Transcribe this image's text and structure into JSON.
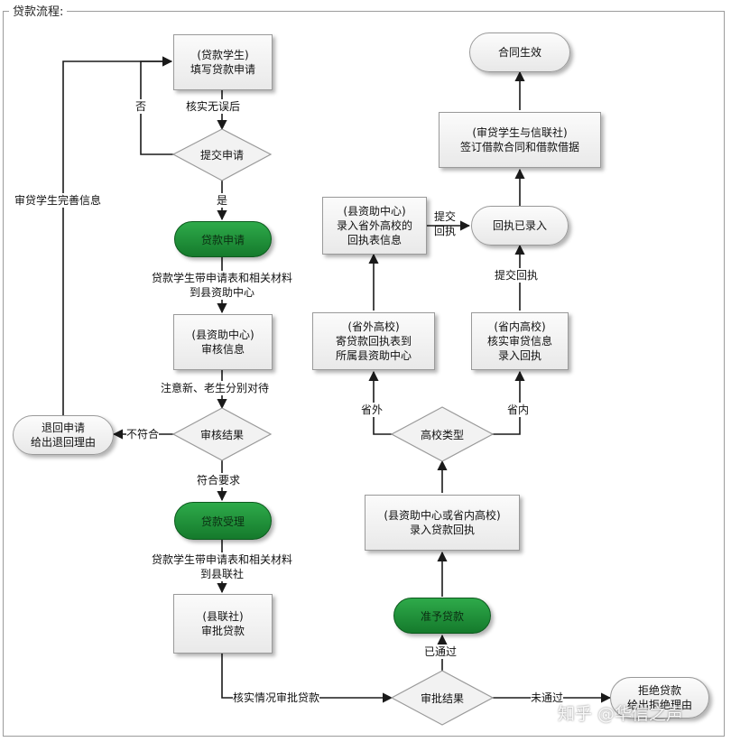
{
  "frame_title": "贷款流程:",
  "nodes": {
    "apply": [
      "(贷款学生)",
      "填写贷款申请"
    ],
    "submit": "提交申请",
    "loan_apply": "贷款申请",
    "county_review": [
      "(县资助中心)",
      "审核信息"
    ],
    "review_result": "审核结果",
    "return_apply": [
      "退回申请",
      "给出退回理由"
    ],
    "loan_accept": "贷款受理",
    "coop_approve": [
      "(县联社)",
      "审批贷款"
    ],
    "approve_result": "审批结果",
    "reject": [
      "拒绝贷款",
      "给出拒绝理由"
    ],
    "grant": "准予贷款",
    "enter_receipt": [
      "(县资助中心或省内高校)",
      "录入贷款回执"
    ],
    "school_type": "高校类型",
    "out_province": [
      "(省外高校)",
      "寄贷款回执表到",
      "所属县资助中心"
    ],
    "in_province": [
      "(省内高校)",
      "核实审贷信息",
      "录入回执"
    ],
    "county_enter": [
      "(县资助中心)",
      "录入省外高校的",
      "回执表信息"
    ],
    "receipt_entered": "回执已录入",
    "sign_contract": [
      "(审贷学生与信联社)",
      "签订借款合同和借款借据"
    ],
    "contract_effective": "合同生效"
  },
  "edge_labels": {
    "verified": "核实无误后",
    "no": "否",
    "yes": "是",
    "improve_info": "审贷学生完善信息",
    "bring_materials_county": [
      "贷款学生带申请表和相关材料",
      "到县资助中心"
    ],
    "new_old": "注意新、老生分别对待",
    "not_match": "不符合",
    "match": "符合要求",
    "bring_materials_coop": [
      "贷款学生带申请表和相关材料",
      "到县联社"
    ],
    "verify_approve": "核实情况审批贷款",
    "not_passed": "未通过",
    "passed": "已通过",
    "out": "省外",
    "in": "省内",
    "submit_receipt_side": [
      "提交",
      "回执"
    ],
    "submit_receipt": "提交回执"
  },
  "colors": {
    "green_fill": "#1f8f3a",
    "box_border": "#9a9a9a",
    "line": "#1a1a1a"
  },
  "watermark": "知乎 @华信之声"
}
